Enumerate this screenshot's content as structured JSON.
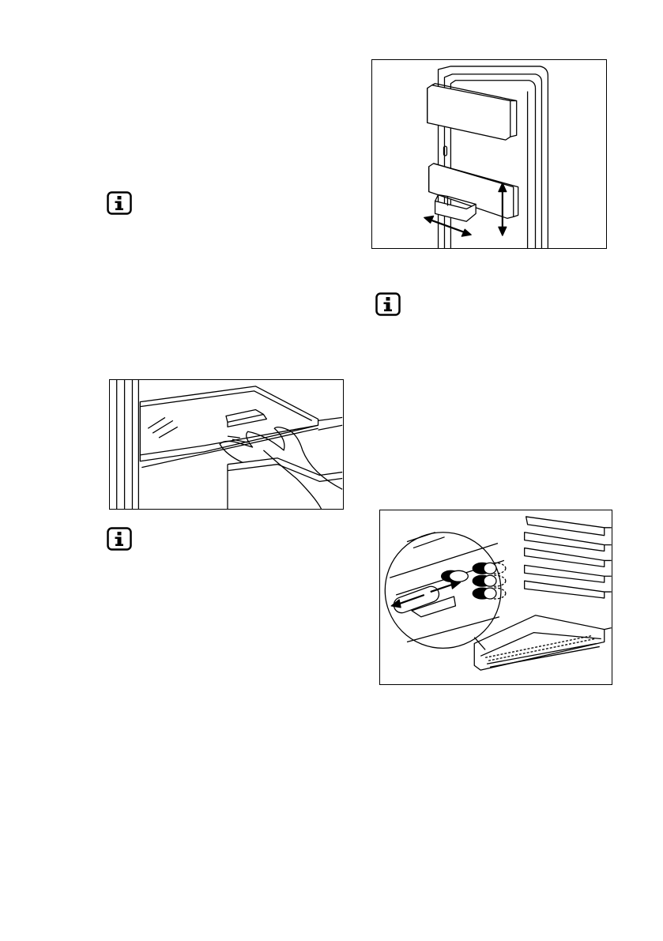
{
  "page": {
    "icons": [
      {
        "id": "note-1",
        "icon": "info-icon"
      },
      {
        "id": "note-2",
        "icon": "info-icon"
      },
      {
        "id": "note-3",
        "icon": "info-icon"
      }
    ],
    "figures": [
      {
        "id": "door-shelves",
        "subject": "door-balcony-adjustment-illustration"
      },
      {
        "id": "glass-shelf",
        "subject": "glass-shelf-removal-illustration"
      },
      {
        "id": "crisper",
        "subject": "crisper-slider-adjustment-illustration"
      }
    ]
  }
}
